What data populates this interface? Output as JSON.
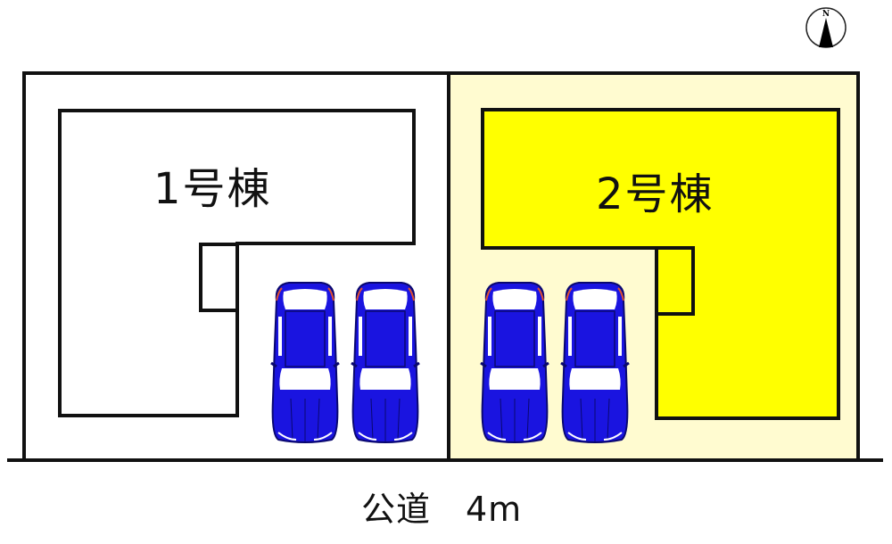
{
  "plan": {
    "colors": {
      "outline": "#111111",
      "lot1_fill": "#ffffff",
      "lot2_fill": "#fffbd0",
      "building1_fill": "#ffffff",
      "building2_fill": "#ffff00",
      "car_body": "#1a14e0",
      "car_glass": "#ffffff",
      "car_taillight": "#e05030"
    },
    "buildings": [
      {
        "id": "1",
        "label": "1号棟"
      },
      {
        "id": "2",
        "label": "2号棟"
      }
    ],
    "road": {
      "label": "公道　4m"
    },
    "compass": {
      "letter": "N"
    },
    "parking_spaces": [
      {
        "lot": "1",
        "count": 2
      },
      {
        "lot": "2",
        "count": 2
      }
    ]
  }
}
